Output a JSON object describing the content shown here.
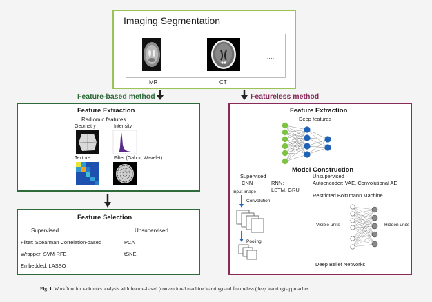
{
  "top": {
    "title": "Imaging Segmentation",
    "mr_label": "MR",
    "ct_label": "CT",
    "ellipsis": "……"
  },
  "left_branch": {
    "label": "Feature-based method",
    "extraction": {
      "title": "Feature Extraction",
      "subtitle": "Radiomic features",
      "geometry": "Geometry",
      "intensity": "Intensity",
      "texture": "Texture",
      "filter": "Filter (Gabor, Wavelet)"
    },
    "selection": {
      "title": "Feature Selection",
      "supervised": "Supervised",
      "unsupervised": "Unsupervised",
      "row1_left": "Filter: Spearman Correlation-based",
      "row1_right": "PCA",
      "row2_left": "Wrapper: SVM-RFE",
      "row2_right": "tSNE",
      "row3_left": "Embedded: LASSO"
    }
  },
  "right_branch": {
    "label": "Featureless method",
    "extraction_title": "Feature Extraction",
    "deep_features": "Deep features",
    "model_title": "Model Construction",
    "supervised": "Supervised",
    "cnn": "CNN",
    "rnn": "RNN:",
    "lstm": "LSTM, GRU",
    "input_image": "Input image",
    "convolution": "Convolution",
    "pooling": "Pooling",
    "unsupervised": "Unsupervised",
    "autoencoder": "Autoencoder: VAE, Convolutional AE",
    "rbm": "Restricted Boltzmann Machine",
    "visible_units": "Visible units",
    "hidden_units": "Hidden units",
    "dbn": "Deep Belief Networks"
  },
  "caption": {
    "prefix": "Fig. 1.",
    "text": "Workflow for radiomics analysis with feature-based (conventional machine learning) and featureless (deep learning) approaches."
  },
  "colors": {
    "green_light": "#9bc254",
    "green_dark": "#2f6b3a",
    "maroon": "#8a2a5a",
    "node_green": "#7cc243",
    "node_blue": "#1f63b8"
  }
}
